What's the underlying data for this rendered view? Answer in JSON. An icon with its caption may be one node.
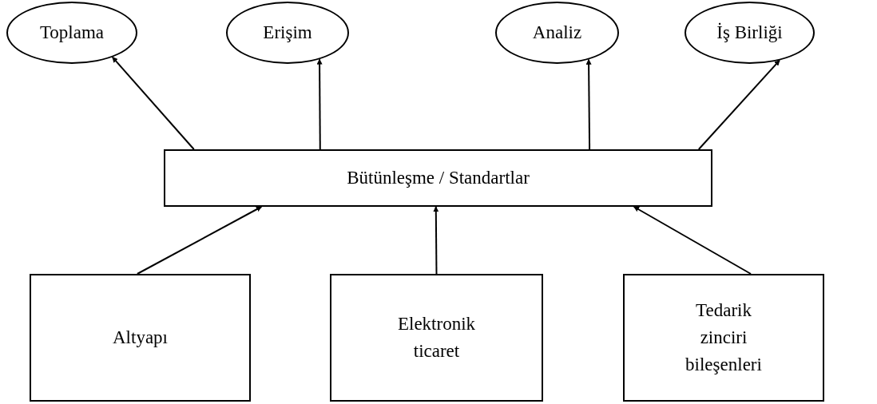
{
  "diagram": {
    "nodes": [
      {
        "text": [
          "Toplama"
        ]
      },
      {
        "text": [
          "Erişim"
        ]
      },
      {
        "text": [
          "Analiz"
        ]
      },
      {
        "text": [
          "İş Birliği"
        ]
      },
      {
        "text": [
          "Bütünleşme / Standartlar"
        ]
      },
      {
        "text": [
          "Altyapı"
        ]
      },
      {
        "text": [
          "Elektronik ticaret"
        ]
      },
      {
        "text": [
          "Tedarik zinciri bileşenleri"
        ]
      }
    ],
    "edges": [
      {
        "from": 4,
        "to": 0,
        "arrow": "to"
      },
      {
        "from": 4,
        "to": 1,
        "arrow": "to"
      },
      {
        "from": 4,
        "to": 2,
        "arrow": "to"
      },
      {
        "from": 4,
        "to": 3,
        "arrow": "to"
      },
      {
        "from": 5,
        "to": 4,
        "arrow": "to"
      },
      {
        "from": 6,
        "to": 4,
        "arrow": "to"
      },
      {
        "from": 7,
        "to": 4,
        "arrow": "to"
      }
    ]
  }
}
